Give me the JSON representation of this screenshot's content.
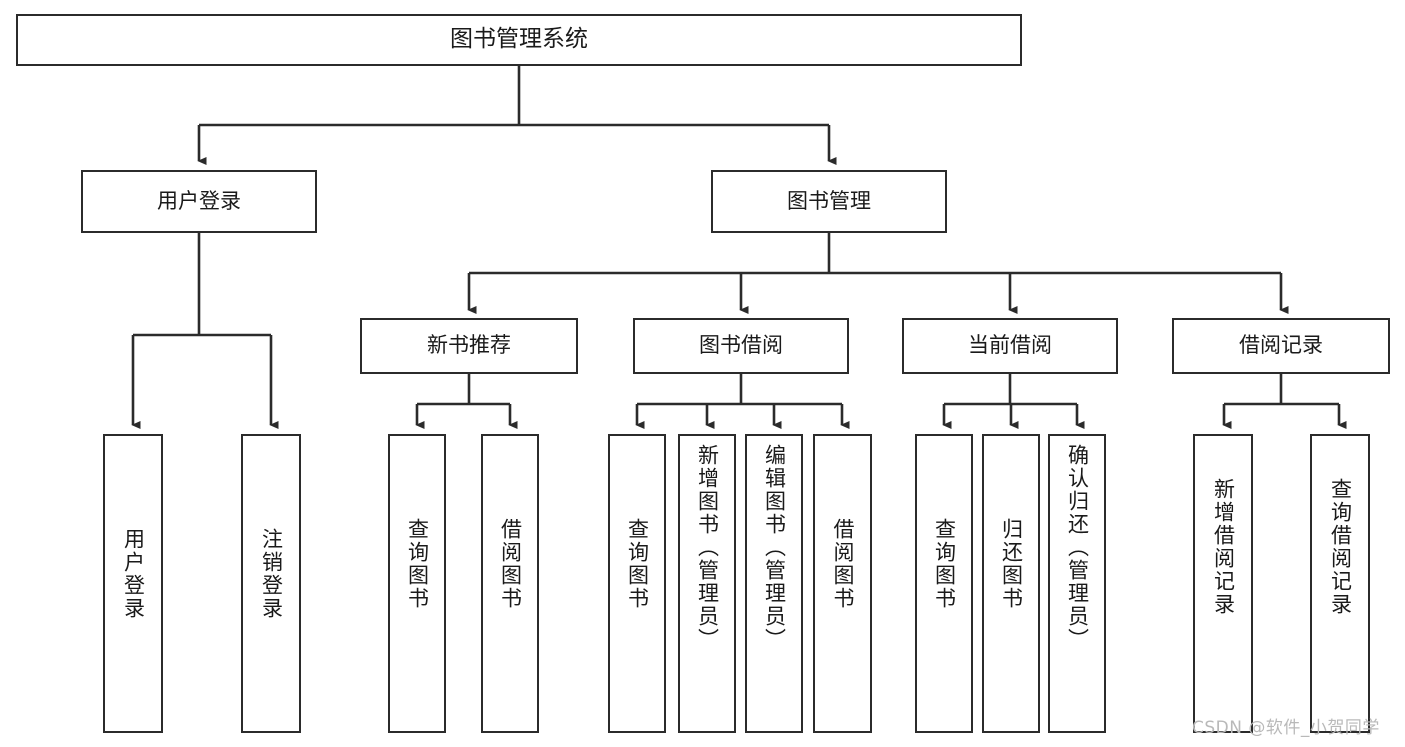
{
  "diagram": {
    "title": "图书管理系统",
    "type": "tree-hierarchy",
    "watermark": "CSDN @软件_小贺同学",
    "colors": {
      "stroke": "#2b2b2b",
      "fill": "#ffffff",
      "text": "#1a1a1a",
      "watermark": "#b9b9b9"
    },
    "nodes": {
      "root": {
        "label": "图书管理系统"
      },
      "level2": [
        {
          "id": "user-login",
          "label": "用户登录"
        },
        {
          "id": "book-management",
          "label": "图书管理"
        }
      ],
      "level3": [
        {
          "id": "new-book-recommend",
          "label": "新书推荐"
        },
        {
          "id": "book-borrow",
          "label": "图书借阅"
        },
        {
          "id": "current-borrow",
          "label": "当前借阅"
        },
        {
          "id": "borrow-record",
          "label": "借阅记录"
        }
      ],
      "leaves": {
        "user-login": [
          {
            "id": "leaf-user-login",
            "label": "用户登录"
          },
          {
            "id": "leaf-logout",
            "label": "注销登录"
          }
        ],
        "new-book-recommend": [
          {
            "id": "leaf-query-book-1",
            "label": "查询图书"
          },
          {
            "id": "leaf-borrow-book-1",
            "label": "借阅图书"
          }
        ],
        "book-borrow": [
          {
            "id": "leaf-query-book-2",
            "label": "查询图书"
          },
          {
            "id": "leaf-add-book",
            "label": "新增图书（管理员）"
          },
          {
            "id": "leaf-edit-book",
            "label": "编辑图书（管理员）"
          },
          {
            "id": "leaf-borrow-book-2",
            "label": "借阅图书"
          }
        ],
        "current-borrow": [
          {
            "id": "leaf-query-book-3",
            "label": "查询图书"
          },
          {
            "id": "leaf-return-book",
            "label": "归还图书"
          },
          {
            "id": "leaf-confirm-return",
            "label": "确认归还（管理员）"
          }
        ],
        "borrow-record": [
          {
            "id": "leaf-add-record",
            "label": "新增借阅记录"
          },
          {
            "id": "leaf-query-record",
            "label": "查询借阅记录"
          }
        ]
      }
    }
  }
}
